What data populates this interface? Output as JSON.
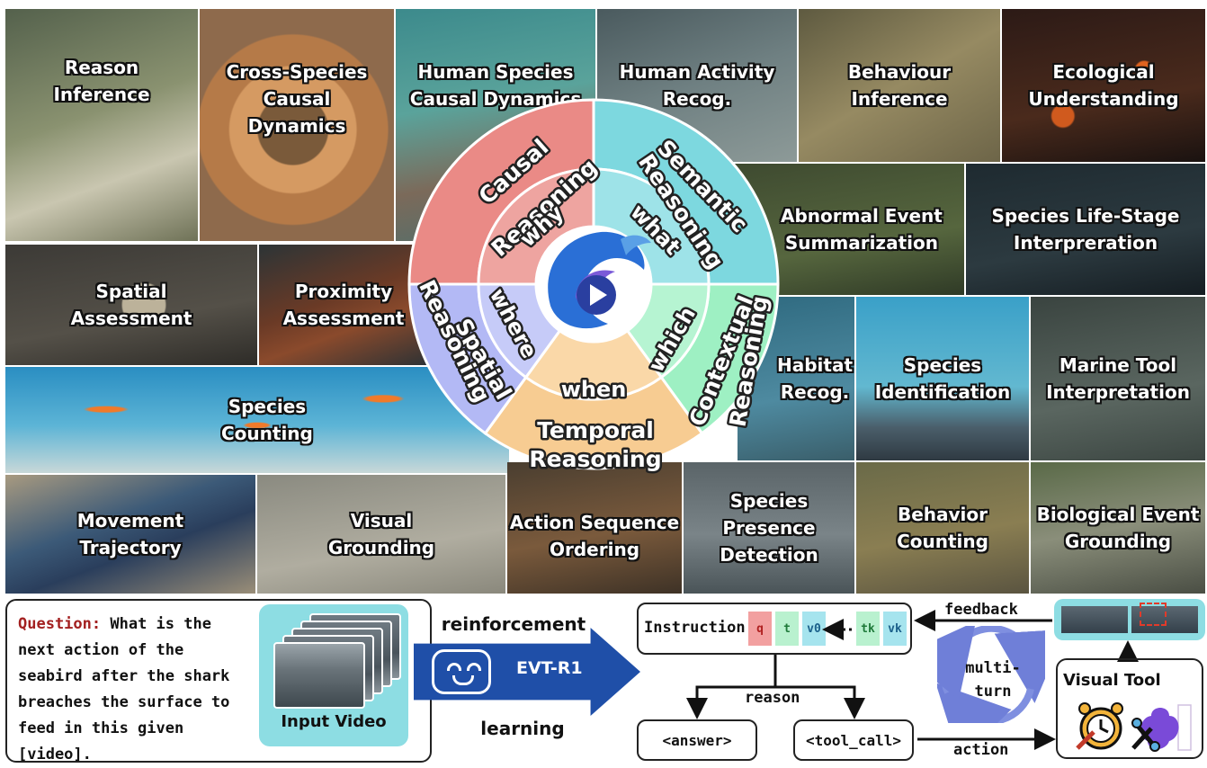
{
  "tiles": [
    {
      "label": "Reason\nInference"
    },
    {
      "label": "Cross-Species\nCausal\nDynamics"
    },
    {
      "label": "Human Species\nCausal Dynamics"
    },
    {
      "label": "Human Activity\nRecog."
    },
    {
      "label": "Behaviour\nInference"
    },
    {
      "label": "Ecological\nUnderstanding"
    },
    {
      "label": "Abnormal Event\nSummarization"
    },
    {
      "label": "Species Life-Stage\nInterpreration"
    },
    {
      "label": "Spatial\nAssessment"
    },
    {
      "label": "Proximity\nAssessment"
    },
    {
      "label": "Habitat\nRecog."
    },
    {
      "label": "Species\nIdentification"
    },
    {
      "label": "Marine Tool\nInterpretation"
    },
    {
      "label": "Species\nCounting"
    },
    {
      "label": "Movement\nTrajectory"
    },
    {
      "label": "Visual\nGrounding"
    },
    {
      "label": "Action Sequence\nOrdering"
    },
    {
      "label": "Species Presence\nDetection"
    },
    {
      "label": "Behavior\nCounting"
    },
    {
      "label": "Biological Event\nGrounding"
    }
  ],
  "wheel": {
    "outer": [
      "Causal Reasoning",
      "Semantic Reasoning",
      "Contextual Reasoning",
      "Temporal Reasoning",
      "Spatial Reasoning"
    ],
    "inner": [
      "why",
      "what",
      "which",
      "when",
      "where"
    ],
    "colors": {
      "causal": "#ea8a86",
      "semantic": "#7dd8df",
      "contextual": "#9ef0c3",
      "temporal": "#f7cc92",
      "spatial": "#b3b9f5"
    }
  },
  "question": {
    "label": "Question:",
    "text": " What is the next action of the seabird after the shark breaches the surface to feed in this given [video]."
  },
  "input_video_label": "Input Video",
  "rl": {
    "top": "reinforcement",
    "bottom": "learning",
    "model": "EVT-R1"
  },
  "instruction": {
    "label": "Instruction",
    "tokens": [
      {
        "t": "q",
        "bg": "#f2a0a0",
        "fg": "#b02020"
      },
      {
        "t": "t",
        "bg": "#b9f1cf",
        "fg": "#1f7a3a"
      },
      {
        "t": "v0",
        "bg": "#a6e4ee",
        "fg": "#1a5f8a"
      },
      {
        "t": "tk",
        "bg": "#b9f1cf",
        "fg": "#1f7a3a"
      },
      {
        "t": "vk",
        "bg": "#a6e4ee",
        "fg": "#1a5f8a"
      }
    ]
  },
  "flow": {
    "reason": "reason",
    "answer": "<answer>",
    "tool_call": "<tool_call>",
    "action": "action",
    "feedback": "feedback",
    "multi_turn": "multi-\nturn",
    "visual_tool": "Visual Tool"
  }
}
